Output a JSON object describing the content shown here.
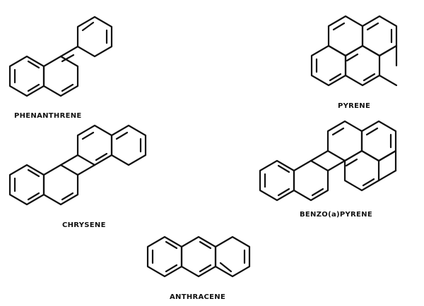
{
  "figure": {
    "molecules": [
      {
        "id": "phenanthrene",
        "label": "PHENANTHRENE"
      },
      {
        "id": "pyrene",
        "label": "PYRENE"
      },
      {
        "id": "chrysene",
        "label": "CHRYSENE"
      },
      {
        "id": "benzo-a-pyrene",
        "label": "BENZO(a)PYRENE"
      },
      {
        "id": "anthracene",
        "label": "ANTHRACENE"
      }
    ]
  },
  "colors": {
    "ink": "#111111",
    "background": "#ffffff"
  }
}
